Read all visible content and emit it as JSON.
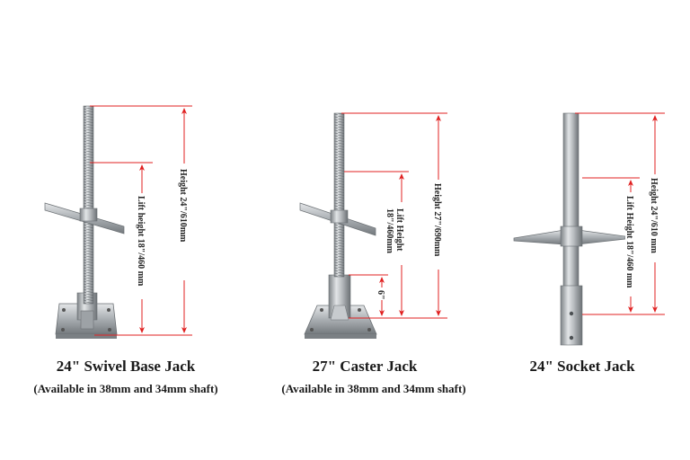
{
  "products": [
    {
      "title": "24\"  Swivel Base Jack",
      "subtitle": "(Available in 38mm and 34mm shaft)",
      "height_label": "Height 24\"/610mm",
      "lift_label": "Lift height 18\"/460 mm"
    },
    {
      "title": "27\"  Caster Jack",
      "subtitle": "(Available in 38mm and 34mm shaft)",
      "height_label": "Height 27\"/690mm",
      "lift_label_line1": "Lift Height",
      "lift_label_line2": "18\"/460mm",
      "socket_label": "6\""
    },
    {
      "title": "24\"  Socket Jack",
      "height_label": "Height 24\"/610 mm",
      "lift_label": "Lift Height 18\"/460 mm"
    }
  ],
  "colors": {
    "dimension_line": "#e02020",
    "steel_light": "#d9dcde",
    "steel_mid": "#a8adb1",
    "steel_dark": "#6f7478"
  }
}
